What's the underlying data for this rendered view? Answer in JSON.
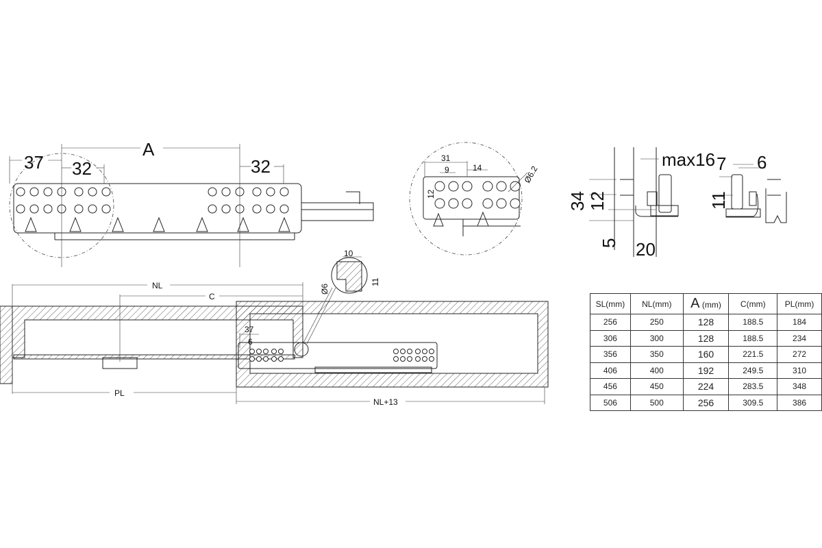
{
  "side_view": {
    "dim_37": "37",
    "dim_32_left": "32",
    "dim_a": "A",
    "dim_32_right": "32"
  },
  "detail_circle": {
    "dim_31": "31",
    "dim_9": "9",
    "dim_14": "14",
    "dim_hole": "Ø6.2",
    "dim_12": "12"
  },
  "cross_section": {
    "max16": "max16",
    "dim_7": "7",
    "dim_6": "6",
    "dim_34": "34",
    "dim_12": "12",
    "dim_5": "5",
    "dim_20": "20",
    "dim_11": "11"
  },
  "cabinet_view": {
    "nl": "NL",
    "c": "C",
    "pl": "PL",
    "nl13": "NL+13",
    "dim_37": "37",
    "dim_6": "6",
    "dim_10": "10",
    "dim_d6": "Ø6",
    "dim_11": "11"
  },
  "table": {
    "headers": [
      "SL(mm)",
      "NL(mm)",
      "A",
      "(mm)",
      "C(mm)",
      "PL(mm)"
    ],
    "rows": [
      [
        "256",
        "250",
        "128",
        "188.5",
        "184"
      ],
      [
        "306",
        "300",
        "128",
        "188.5",
        "234"
      ],
      [
        "356",
        "350",
        "160",
        "221.5",
        "272"
      ],
      [
        "406",
        "400",
        "192",
        "249.5",
        "310"
      ],
      [
        "456",
        "450",
        "224",
        "283.5",
        "348"
      ],
      [
        "506",
        "500",
        "256",
        "309.5",
        "386"
      ]
    ]
  }
}
